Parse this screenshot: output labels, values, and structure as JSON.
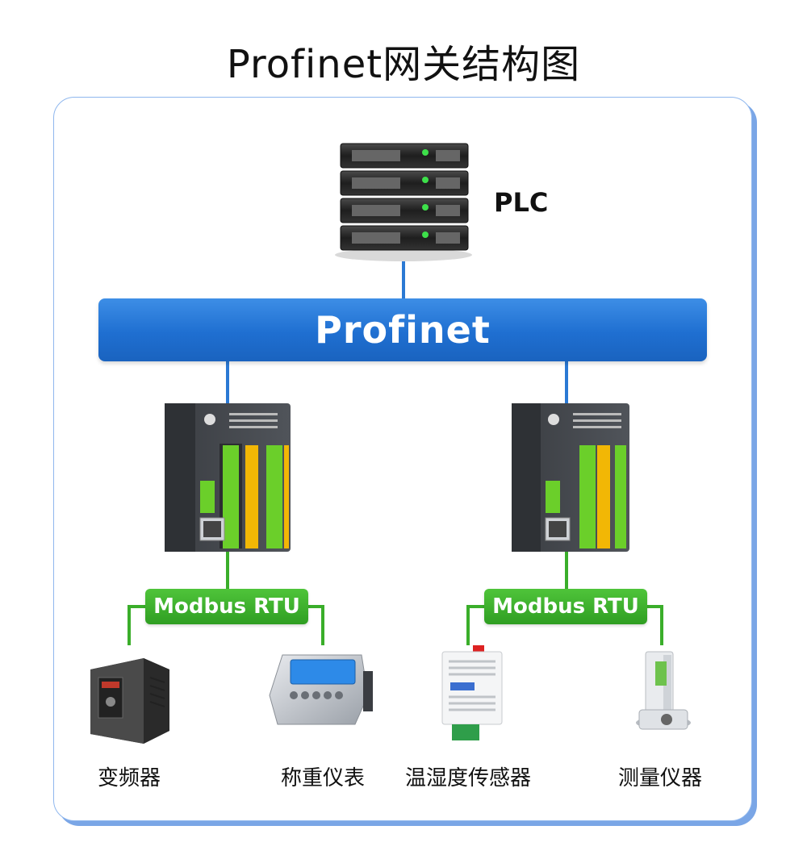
{
  "title": "Profinet网关结构图",
  "plc": {
    "label": "PLC"
  },
  "bus": {
    "label": "Profinet"
  },
  "gateways": [
    {
      "rtu_label": "Modbus RTU"
    },
    {
      "rtu_label": "Modbus RTU"
    }
  ],
  "devices": [
    {
      "label": "变频器"
    },
    {
      "label": "称重仪表"
    },
    {
      "label": "温湿度传感器"
    },
    {
      "label": "测量仪器"
    }
  ],
  "colors": {
    "bus": "#1f6fd1",
    "bus_line": "#2b79d4",
    "rtu": "#35a826",
    "rtu_line": "#3aae2a",
    "frame_border": "#8fb7ee"
  }
}
